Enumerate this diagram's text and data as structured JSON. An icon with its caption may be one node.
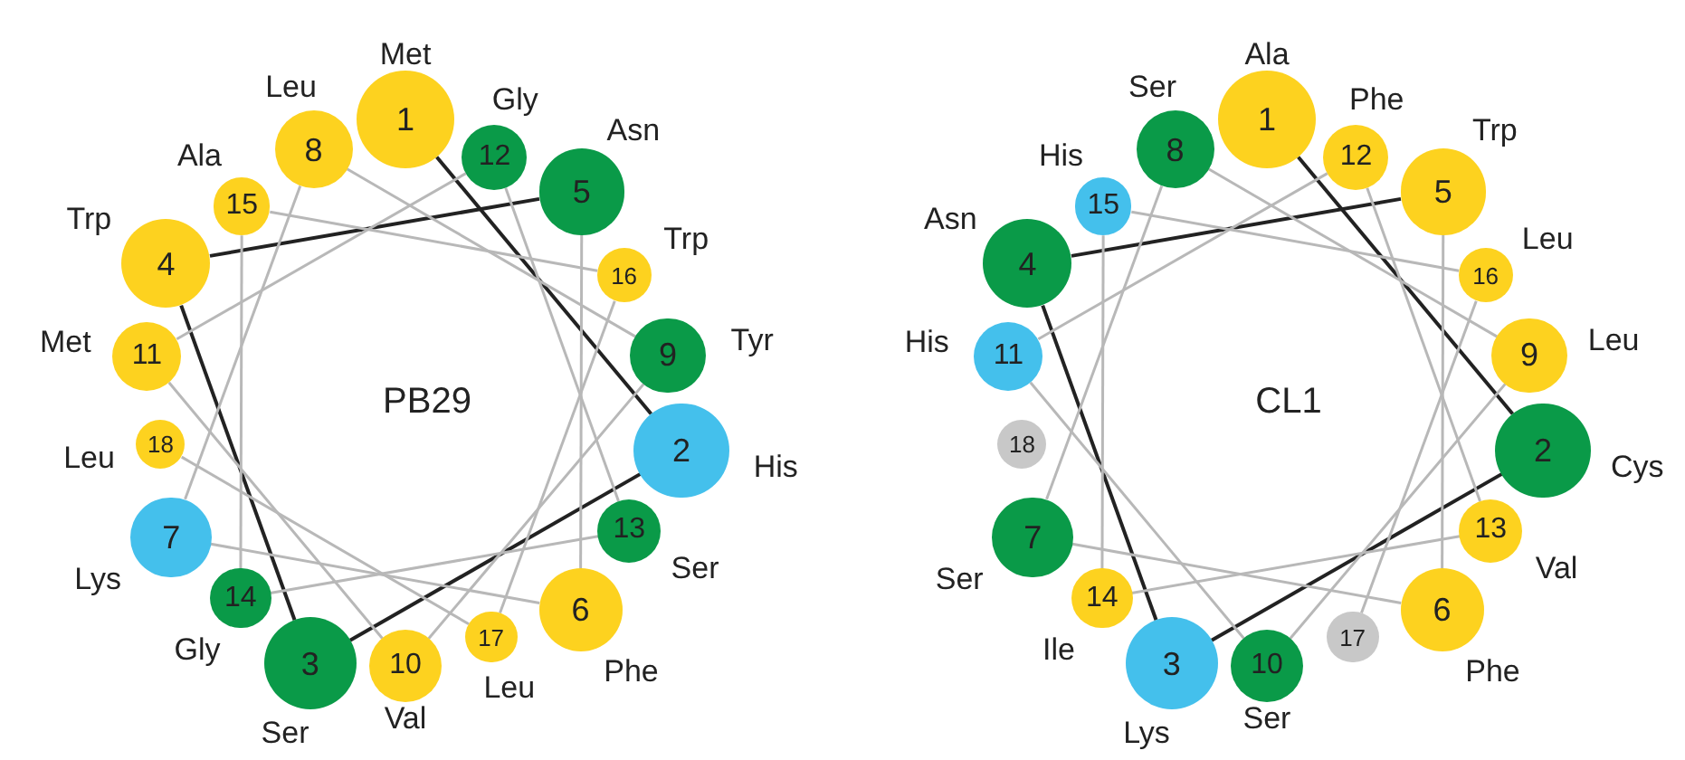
{
  "diagram": {
    "nodes": [
      {
        "text": [
          "1"
        ],
        "beside": [
          "Met"
        ]
      },
      {
        "text": [
          "2"
        ],
        "beside": [
          "His"
        ]
      },
      {
        "text": [
          "3"
        ],
        "beside": [
          "Ser"
        ]
      },
      {
        "text": [
          "4"
        ],
        "beside": [
          "Trp"
        ]
      },
      {
        "text": [
          "5"
        ],
        "beside": [
          "Asn"
        ]
      },
      {
        "text": [
          "6"
        ],
        "beside": [
          "Phe"
        ]
      },
      {
        "text": [
          "7"
        ],
        "beside": [
          "Lys"
        ]
      },
      {
        "text": [
          "8"
        ],
        "beside": [
          "Leu"
        ]
      },
      {
        "text": [
          "9"
        ],
        "beside": [
          "Tyr"
        ]
      },
      {
        "text": [
          "10"
        ],
        "beside": [
          "Val"
        ]
      },
      {
        "text": [
          "11"
        ],
        "beside": [
          "Met"
        ]
      },
      {
        "text": [
          "12"
        ],
        "beside": [
          "Gly"
        ]
      },
      {
        "text": [
          "13"
        ],
        "beside": [
          "Ser"
        ]
      },
      {
        "text": [
          "14"
        ],
        "beside": [
          "Gly"
        ]
      },
      {
        "text": [
          "15"
        ],
        "beside": [
          "Ala"
        ]
      },
      {
        "text": [
          "16"
        ],
        "beside": [
          "Trp"
        ]
      },
      {
        "text": [
          "17"
        ],
        "beside": [
          "Leu"
        ]
      },
      {
        "text": [
          "18"
        ],
        "beside": [
          "Leu"
        ]
      },
      {
        "text": [
          "1"
        ],
        "beside": [
          "Ala"
        ]
      },
      {
        "text": [
          "2"
        ],
        "beside": [
          "Cys"
        ]
      },
      {
        "text": [
          "3"
        ],
        "beside": [
          "Lys"
        ]
      },
      {
        "text": [
          "4"
        ],
        "beside": [
          "Asn"
        ]
      },
      {
        "text": [
          "5"
        ],
        "beside": [
          "Trp"
        ]
      },
      {
        "text": [
          "6"
        ],
        "beside": [
          "Phe"
        ]
      },
      {
        "text": [
          "7"
        ],
        "beside": [
          "Ser"
        ]
      },
      {
        "text": [
          "8"
        ],
        "beside": [
          "Ser"
        ]
      },
      {
        "text": [
          "9"
        ],
        "beside": [
          "Leu"
        ]
      },
      {
        "text": [
          "10"
        ],
        "beside": [
          "Ser"
        ]
      },
      {
        "text": [
          "11"
        ],
        "beside": [
          "His"
        ]
      },
      {
        "text": [
          "12"
        ],
        "beside": [
          "Phe"
        ]
      },
      {
        "text": [
          "13"
        ],
        "beside": [
          "Val"
        ]
      },
      {
        "text": [
          "14"
        ],
        "beside": [
          "Ile"
        ]
      },
      {
        "text": [
          "15"
        ],
        "beside": [
          "His"
        ]
      },
      {
        "text": [
          "16"
        ],
        "beside": [
          "Leu"
        ]
      },
      {
        "text": [
          "17"
        ]
      },
      {
        "text": [
          "18"
        ]
      }
    ],
    "edges": [
      {
        "from": 0,
        "to": 1,
        "arrow": "none",
        "color": "#222222"
      },
      {
        "from": 1,
        "to": 2,
        "arrow": "none",
        "color": "#222222"
      },
      {
        "from": 2,
        "to": 3,
        "arrow": "none",
        "color": "#222222"
      },
      {
        "from": 3,
        "to": 4,
        "arrow": "none",
        "color": "#222222"
      },
      {
        "from": 4,
        "to": 5,
        "arrow": "none"
      },
      {
        "from": 5,
        "to": 6,
        "arrow": "none"
      },
      {
        "from": 6,
        "to": 7,
        "arrow": "none"
      },
      {
        "from": 7,
        "to": 8,
        "arrow": "none"
      },
      {
        "from": 8,
        "to": 9,
        "arrow": "none"
      },
      {
        "from": 9,
        "to": 10,
        "arrow": "none"
      },
      {
        "from": 10,
        "to": 11,
        "arrow": "none"
      },
      {
        "from": 11,
        "to": 12,
        "arrow": "none"
      },
      {
        "from": 12,
        "to": 13,
        "arrow": "none"
      },
      {
        "from": 13,
        "to": 14,
        "arrow": "none"
      },
      {
        "from": 14,
        "to": 15,
        "arrow": "none"
      },
      {
        "from": 15,
        "to": 16,
        "arrow": "none"
      },
      {
        "from": 16,
        "to": 17,
        "arrow": "none"
      },
      {
        "from": 18,
        "to": 19,
        "arrow": "none",
        "color": "#222222"
      },
      {
        "from": 19,
        "to": 20,
        "arrow": "none",
        "color": "#222222"
      },
      {
        "from": 20,
        "to": 21,
        "arrow": "none",
        "color": "#222222"
      },
      {
        "from": 21,
        "to": 22,
        "arrow": "none",
        "color": "#222222"
      },
      {
        "from": 22,
        "to": 23,
        "arrow": "none"
      },
      {
        "from": 23,
        "to": 24,
        "arrow": "none"
      },
      {
        "from": 24,
        "to": 25,
        "arrow": "none"
      },
      {
        "from": 25,
        "to": 26,
        "arrow": "none"
      },
      {
        "from": 26,
        "to": 27,
        "arrow": "none"
      },
      {
        "from": 27,
        "to": 28,
        "arrow": "none"
      },
      {
        "from": 28,
        "to": 29,
        "arrow": "none"
      },
      {
        "from": 29,
        "to": 30,
        "arrow": "none"
      },
      {
        "from": 30,
        "to": 31,
        "arrow": "none"
      },
      {
        "from": 31,
        "to": 32,
        "arrow": "none"
      },
      {
        "from": 32,
        "to": 33,
        "arrow": "none"
      },
      {
        "from": 33,
        "to": 34,
        "arrow": "none"
      }
    ],
    "labels": [
      "PB29",
      "CL1"
    ]
  }
}
